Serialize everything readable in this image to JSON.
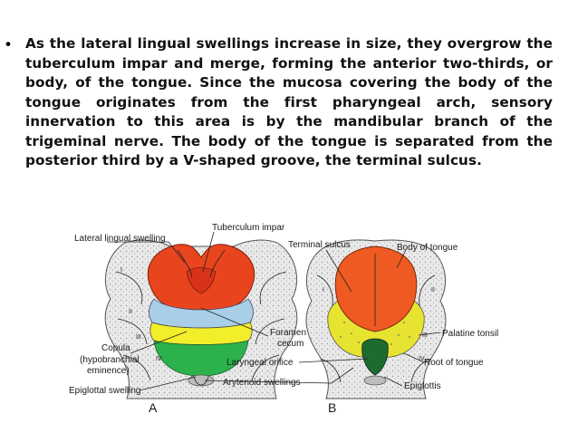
{
  "slide": {
    "bullet": "•",
    "paragraph": "As the lateral lingual swellings increase in size, they overgrow the tuberculum impar and merge, forming the anterior two-thirds, or body, of the tongue. Since the mucosa covering the body of the tongue originates from the first pharyngeal arch, sensory innervation to this area is by the mandibular branch of the trigeminal nerve. The body of the tongue is separated from the posterior third by a V-shaped groove, the terminal sulcus."
  },
  "figure": {
    "labels": {
      "lateral_lingual_swelling": "Lateral lingual swelling",
      "tuberculum_impar": "Tuberculum impar",
      "terminal_sulcus": "Terminal sulcus",
      "body_of_tongue": "Body of tongue",
      "foramen_cecum_1": "Foramen",
      "foramen_cecum_2": "cecum",
      "palatine_tonsil": "Palatine tonsil",
      "copula_1": "Copula",
      "copula_2": "(hypobranchial",
      "copula_3": "eminence)",
      "laryngeal_orifice": "Laryngeal orifice",
      "root_of_tongue": "Root of tongue",
      "arytenoid_swellings": "Arytenoid swellings",
      "epiglottis": "Epiglottis",
      "epiglottal_swelling": "Epiglottal swelling"
    },
    "panels": {
      "a": "A",
      "b": "B"
    },
    "arch_numerals": [
      "I",
      "II",
      "III",
      "IV",
      "I",
      "II",
      "III",
      "IV"
    ],
    "colors": {
      "lateral_lingual": "#e8451e",
      "tuberculum_impar": "#d8331a",
      "copula_blue": "#a9cfe8",
      "hypobranchial_yellow": "#f2ee2a",
      "epiglottal_green": "#2bb24c",
      "tongue_body": "#ee5a22",
      "root_yellow": "#e6e430",
      "arch_tissue": "#e6e6e6"
    }
  }
}
